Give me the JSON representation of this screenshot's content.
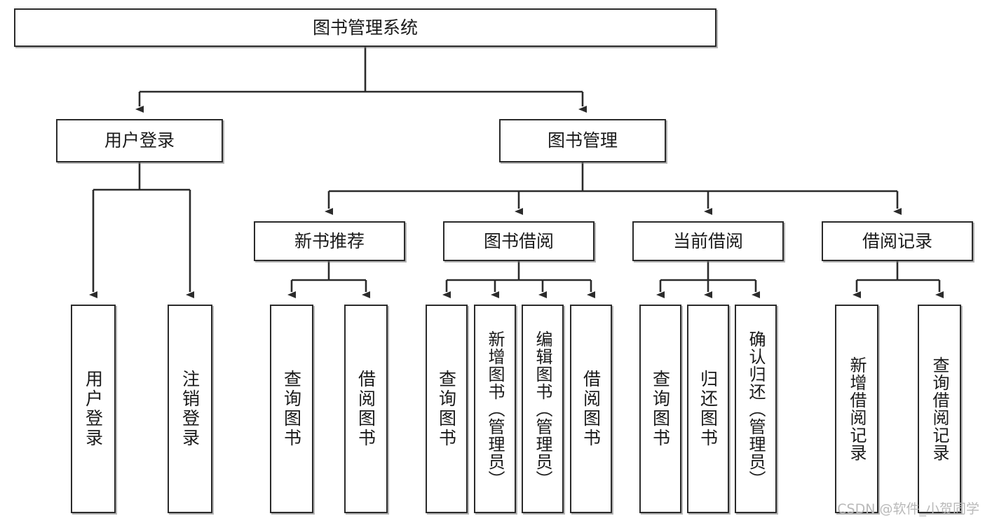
{
  "diagram": {
    "type": "tree",
    "title": "图书管理系统",
    "watermark": "CSDN @软件_小贺同学",
    "colors": {
      "box_border": "#2b2b2b",
      "box_fill": "#ffffff",
      "connector": "#2b2b2b",
      "watermark": "#b9b9b9"
    },
    "nodes": {
      "root": {
        "label": "图书管理系统"
      },
      "level2": [
        {
          "id": "user-login",
          "label": "用户登录"
        },
        {
          "id": "book-manage",
          "label": "图书管理"
        }
      ],
      "level3": [
        {
          "id": "new-book-recommend",
          "label": "新书推荐"
        },
        {
          "id": "book-borrow",
          "label": "图书借阅"
        },
        {
          "id": "current-borrow",
          "label": "当前借阅"
        },
        {
          "id": "borrow-record",
          "label": "借阅记录"
        }
      ],
      "leaves": {
        "user_login": [
          {
            "id": "leaf-user-login",
            "label": "用户登录"
          },
          {
            "id": "leaf-logout-login",
            "label": "注销登录"
          }
        ],
        "new_book_recommend": [
          {
            "id": "leaf-query-book-1",
            "label": "查询图书"
          },
          {
            "id": "leaf-borrow-book-1",
            "label": "借阅图书"
          }
        ],
        "book_borrow": [
          {
            "id": "leaf-query-book-2",
            "label": "查询图书"
          },
          {
            "id": "leaf-add-book",
            "label": "新增图书（管理员）"
          },
          {
            "id": "leaf-edit-book",
            "label": "编辑图书（管理员）"
          },
          {
            "id": "leaf-borrow-book-2",
            "label": "借阅图书"
          }
        ],
        "current_borrow": [
          {
            "id": "leaf-query-book-3",
            "label": "查询图书"
          },
          {
            "id": "leaf-return-book",
            "label": "归还图书"
          },
          {
            "id": "leaf-confirm-return",
            "label": "确认归还（管理员）"
          }
        ],
        "borrow_record": [
          {
            "id": "leaf-add-record",
            "label": "新增借阅记录"
          },
          {
            "id": "leaf-query-record",
            "label": "查询借阅记录"
          }
        ]
      }
    }
  }
}
